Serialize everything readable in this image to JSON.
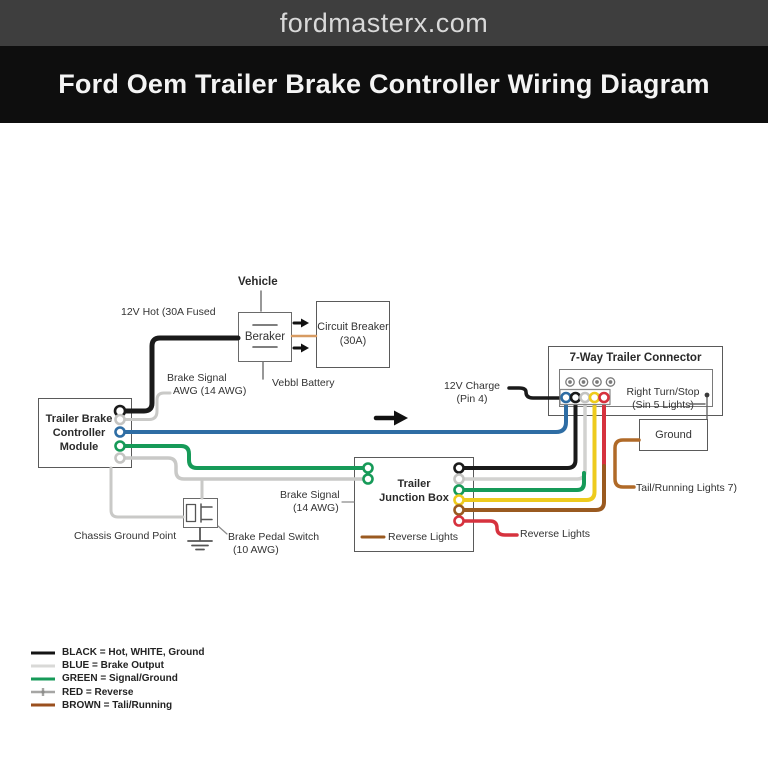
{
  "header": {
    "site": "fordmasterx.com",
    "title": "Ford Oem Trailer Brake Controller Wiring Diagram"
  },
  "diagram": {
    "vehicle": "Vehicle",
    "hot_12v": "12V Hot (30A Fused",
    "brake_signal_awg": [
      "Brake Signal",
      "AWG (14 AWG)"
    ],
    "vehicle_battery": "Vebbl Battery",
    "beraker": "Beraker",
    "circuit_breaker": [
      "Circuit Breaker",
      "(30A)"
    ],
    "module": [
      "Trailer Brake",
      "Controller",
      "Module"
    ],
    "charge_12v": [
      "12V Charge",
      "(Pin 4)"
    ],
    "connector_title": "7-Way Trailer Connector",
    "right_turn": [
      "Right Turn/Stop",
      "(Sin 5 Lights)"
    ],
    "ground": "Ground",
    "tail_running": "Tail/Running Lights 7)",
    "junction": [
      "Trailer",
      "Junction Box"
    ],
    "junction_reverse": "Reverse Lights",
    "reverse_lights": "Reverse Lights",
    "brake_signal_14": [
      "Brake Signal",
      "(14 AWG)"
    ],
    "chassis_ground": "Chassis Ground Point",
    "brake_pedal": [
      "Brake Pedal Switch",
      "(10 AWG)"
    ]
  },
  "legend": {
    "items": [
      {
        "key": "black",
        "color": "#141414",
        "label": "BLACK = Hot, WHITE, Ground"
      },
      {
        "key": "blue",
        "color": "#d9d9d7",
        "label": "BLUE = Brake Output"
      },
      {
        "key": "green",
        "color": "#169a58",
        "label": "GREEN = Signal/Ground"
      },
      {
        "key": "red",
        "color": "#a6a6a4",
        "label": "RED = Reverse"
      },
      {
        "key": "brown",
        "color": "#9a4f1e",
        "label": "BROWN = Tali/Running"
      }
    ]
  },
  "colors": {
    "header_bg": "#3e3e3e",
    "title_bg": "#0e0e0e",
    "black_wire": "#1a1a1a",
    "white_wire": "#d2d2d0",
    "blue_wire": "#2e6da4",
    "green_wire": "#169a58",
    "yellow_wire": "#eecb1d",
    "red_wire": "#d6323e",
    "brown_wire": "#9a5a20",
    "tan_wire": "#b06a28",
    "orange_link": "#d79b62"
  }
}
